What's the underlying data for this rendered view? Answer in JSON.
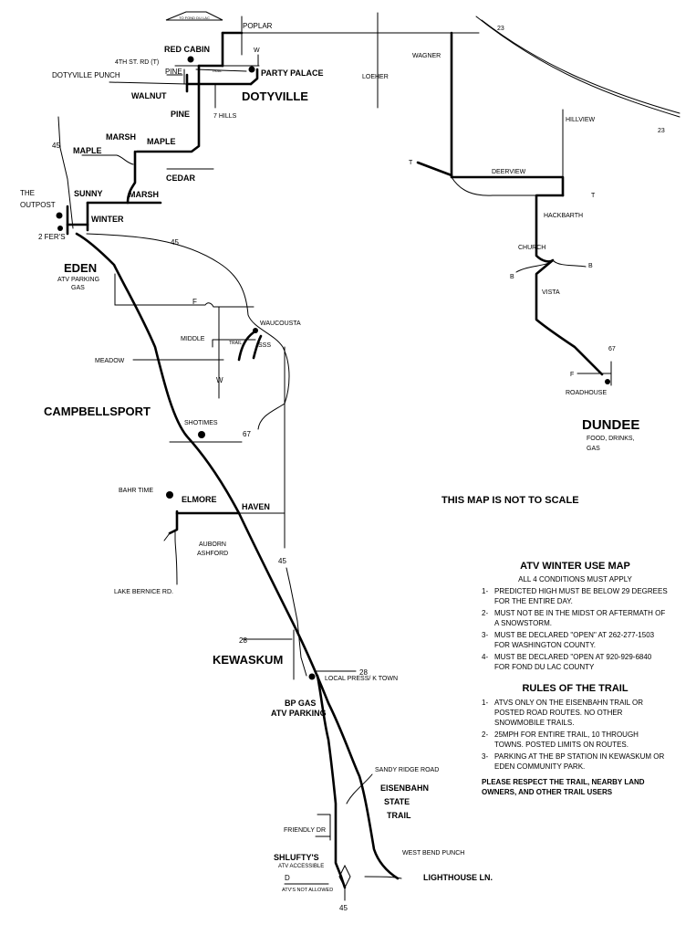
{
  "map": {
    "north_arrow": "TO FOND DU LAC",
    "places": {
      "dotyville": "DOTYVILLE",
      "eden": "EDEN",
      "eden_sub1": "ATV PARKING",
      "eden_sub2": "GAS",
      "campbellsport": "CAMPBELLSPORT",
      "kewaskum": "KEWASKUM",
      "dundee": "DUNDEE",
      "dundee_sub1": "FOOD, DRINKS,",
      "dundee_sub2": "GAS"
    },
    "pois": {
      "red_cabin": "RED CABIN",
      "party_palace": "PARTY PALACE",
      "dotyville_punch": "DOTYVILLE PUNCH",
      "the_outpost_1": "THE",
      "the_outpost_2": "OUTPOST",
      "two_fers": "2 FER'S",
      "waucousta": "WAUCOUSTA",
      "sss": "SSS",
      "shotimes": "SHOTIMES",
      "bahr_time": "BAHR TIME",
      "elmore": "ELMORE",
      "auborn": "AUBORN",
      "ashford": "ASHFORD",
      "local_press": "LOCAL PRESS/ K TOWN",
      "bp_gas": "BP GAS",
      "atv_parking": "ATV PARKING",
      "shluftys": "SHLUFTY'S",
      "atv_accessible": "ATV ACCESSIBLE",
      "atvs_not_allowed": "ATV'S NOT ALLOWED",
      "west_bend_punch": "WEST BEND PUNCH",
      "roadhouse": "ROADHOUSE",
      "trail_small_1": "TRAIL",
      "trail_small_2": "TRAIL",
      "eisenbahn_1": "EISENBAHN",
      "eisenbahn_2": "STATE",
      "eisenbahn_3": "TRAIL"
    },
    "roads": {
      "poplar": "POPLAR",
      "w_top": "W",
      "fourth_st": "4TH ST. RD (T)",
      "pine_top": "PINE",
      "walnut": "WALNUT",
      "pine": "PINE",
      "seven_hills": "7 HILLS",
      "marsh_top": "MARSH",
      "maple_left": "MAPLE",
      "maple_right": "MAPLE",
      "cedar": "CEDAR",
      "sunny": "SUNNY",
      "marsh": "MARSH",
      "winter": "WINTER",
      "loeher": "LOEHER",
      "wagner": "WAGNER",
      "hwy23_top": "23",
      "hwy23_right": "23",
      "hillview": "HILLVIEW",
      "t_left": "T",
      "deerview": "DEERVIEW",
      "t_right": "T",
      "hackbarth": "HACKBARTH",
      "church": "CHURCH",
      "b_left": "B",
      "b_right": "B",
      "vista": "VISTA",
      "hwy67_dundee": "67",
      "f_dundee": "F",
      "hwy45_top": "45",
      "hwy45_eden": "45",
      "f_mid": "F",
      "middle": "MIDDLE",
      "meadow": "MEADOW",
      "w_mid": "W",
      "hwy67": "67",
      "haven": "HAVEN",
      "hwy45_mid": "45",
      "lake_bernice": "LAKE BERNICE RD.",
      "hwy28_left": "28",
      "hwy28_right": "28",
      "sandy_ridge": "SANDY RIDGE ROAD",
      "friendly": "FRIENDLY DR",
      "d": "D",
      "lighthouse": "LIGHTHOUSE LN.",
      "hwy45_bottom": "45"
    }
  },
  "not_to_scale": "THIS MAP IS NOT TO SCALE",
  "legend": {
    "title": "ATV WINTER USE MAP",
    "subtitle": "ALL 4 CONDITIONS MUST APPLY",
    "conditions": [
      {
        "num": "1-",
        "text": "PREDICTED HIGH MUST BE BELOW 29 DEGREES FOR THE ENTIRE DAY."
      },
      {
        "num": "2-",
        "text": "MUST NOT BE IN THE MIDST OR AFTERMATH OF A SNOWSTORM."
      },
      {
        "num": "3-",
        "text": "MUST BE DECLARED \"OPEN\" AT 262-277-1503 FOR WASHINGTON COUNTY."
      },
      {
        "num": "4-",
        "text": "MUST BE DECLARED \"OPEN AT 920-929-6840 FOR FOND DU LAC COUNTY"
      }
    ],
    "rules_title": "RULES OF THE TRAIL",
    "rules": [
      {
        "num": "1-",
        "text": "ATVS ONLY ON THE EISENBAHN TRAIL OR POSTED ROAD ROUTES. NO OTHER SNOWMOBILE TRAILS."
      },
      {
        "num": "2-",
        "text": "25MPH FOR ENTIRE TRAIL, 10 THROUGH TOWNS. POSTED LIMITS ON ROUTES."
      },
      {
        "num": "3-",
        "text": "PARKING AT THE BP STATION IN KEWASKUM OR EDEN COMMUNITY PARK."
      }
    ],
    "note": "PLEASE RESPECT THE TRAIL, NEARBY LAND OWNERS, AND OTHER TRAIL USERS"
  }
}
